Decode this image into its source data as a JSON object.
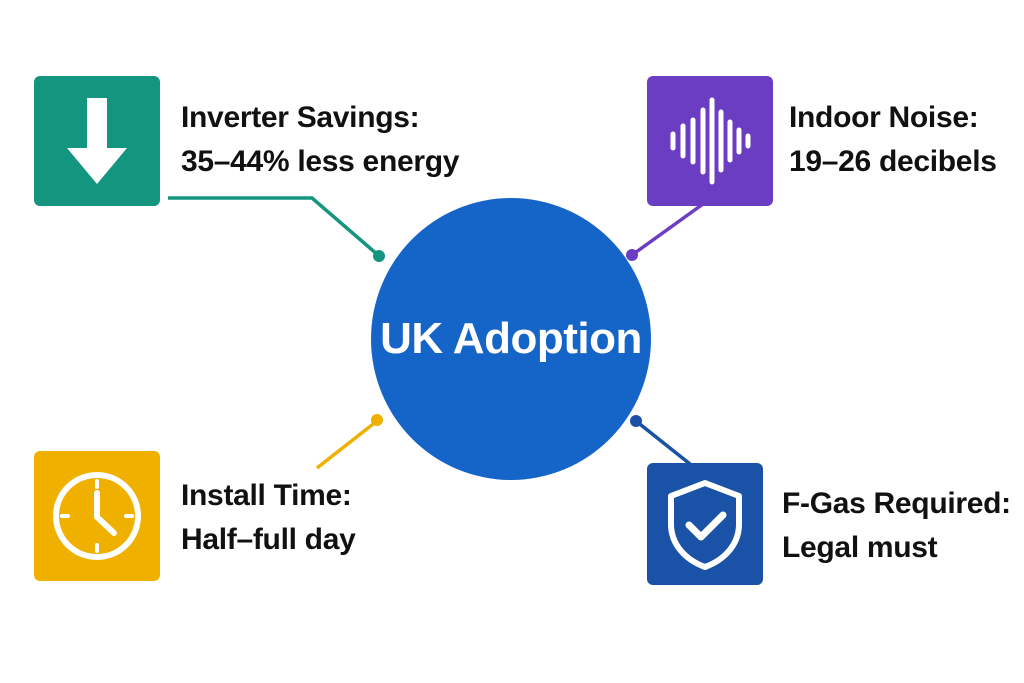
{
  "hub": {
    "title": "UK Adoption",
    "color": "#1565C8"
  },
  "nodes": {
    "inverter": {
      "title": "Inverter Savings:",
      "value": "35–44% less energy",
      "icon": "arrow-down-icon",
      "color": "#13957F"
    },
    "noise": {
      "title": "Indoor Noise:",
      "value": "19–26 decibels",
      "icon": "sound-wave-icon",
      "color": "#6B3DC2"
    },
    "install": {
      "title": "Install Time:",
      "value": "Half–full day",
      "icon": "clock-icon",
      "color": "#F0B000"
    },
    "fgas": {
      "title": "F-Gas Required:",
      "value": "Legal must",
      "icon": "shield-check-icon",
      "color": "#1952A6"
    }
  }
}
